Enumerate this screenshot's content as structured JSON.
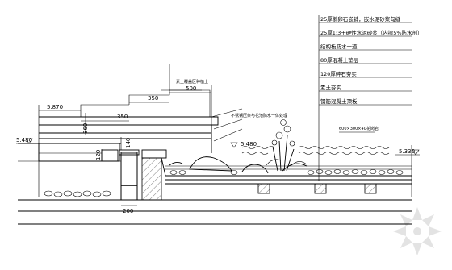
{
  "title": "",
  "layer_notes": [
    "25厚鹅卵石嵌铺，嵌水泥砂浆勾缝",
    "25厚1:3干硬性水泥砂浆（内掺5%防水剂）",
    "结构板防水一道",
    "80厚混凝土垫层",
    "120厚碎石夯实",
    "素土夯实",
    "钢筋混凝土顶板"
  ],
  "dimensions": {
    "top_width": "500",
    "step_350_upper": "350",
    "step_350_lower": "350",
    "left_width": "5.870",
    "vertical_360": "360",
    "vertical_140": "140",
    "vertical_120": "120",
    "wall_200": "200"
  },
  "elevations": {
    "left": "5.480",
    "middle": "5.480",
    "right": "5.330"
  },
  "labels": {
    "upper_note": "素土覆盖区种植土",
    "mid_note": "不锈钢压条与花池防水一体处理",
    "paving_note": "600×300×40花岗岩"
  },
  "watermark": {
    "icon": "snowflake-logo-icon"
  }
}
